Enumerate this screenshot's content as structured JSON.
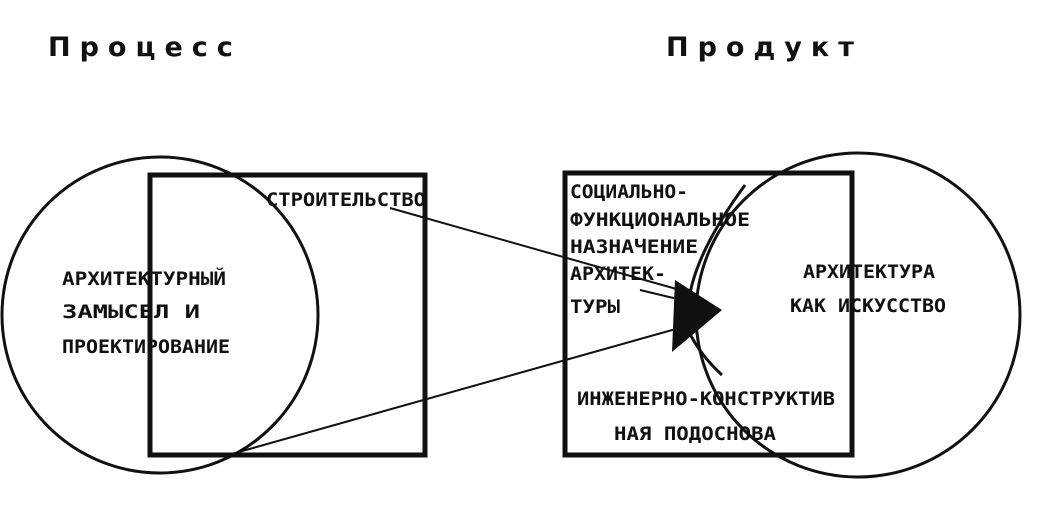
{
  "headings": {
    "process": "Процесс",
    "product": "Продукт"
  },
  "left_circle": {
    "lines": [
      "АРХИТЕКТУРНЫЙ",
      "ЗАМЫСЕЛ И",
      "ПРОЕКТИРОВАНИЕ"
    ]
  },
  "left_square": {
    "label": "СТРОИТЕЛЬСТВО"
  },
  "right_square": {
    "function_lines": [
      "СОЦИАЛЬНО-",
      "ФУНКЦИОНАЛЬНОЕ",
      "НАЗНАЧЕНИЕ",
      "АРХИТЕК-",
      "ТУРЫ"
    ],
    "engineering_lines": [
      "ИНЖЕНЕРНО-КОНСТРУКТИВ",
      "НАЯ ПОДОСНОВА"
    ]
  },
  "right_circle": {
    "lines": [
      "АРХИТЕКТУРА",
      "КАК ИСКУССТВО"
    ]
  },
  "colors": {
    "ink": "#111111",
    "background": "#ffffff"
  }
}
